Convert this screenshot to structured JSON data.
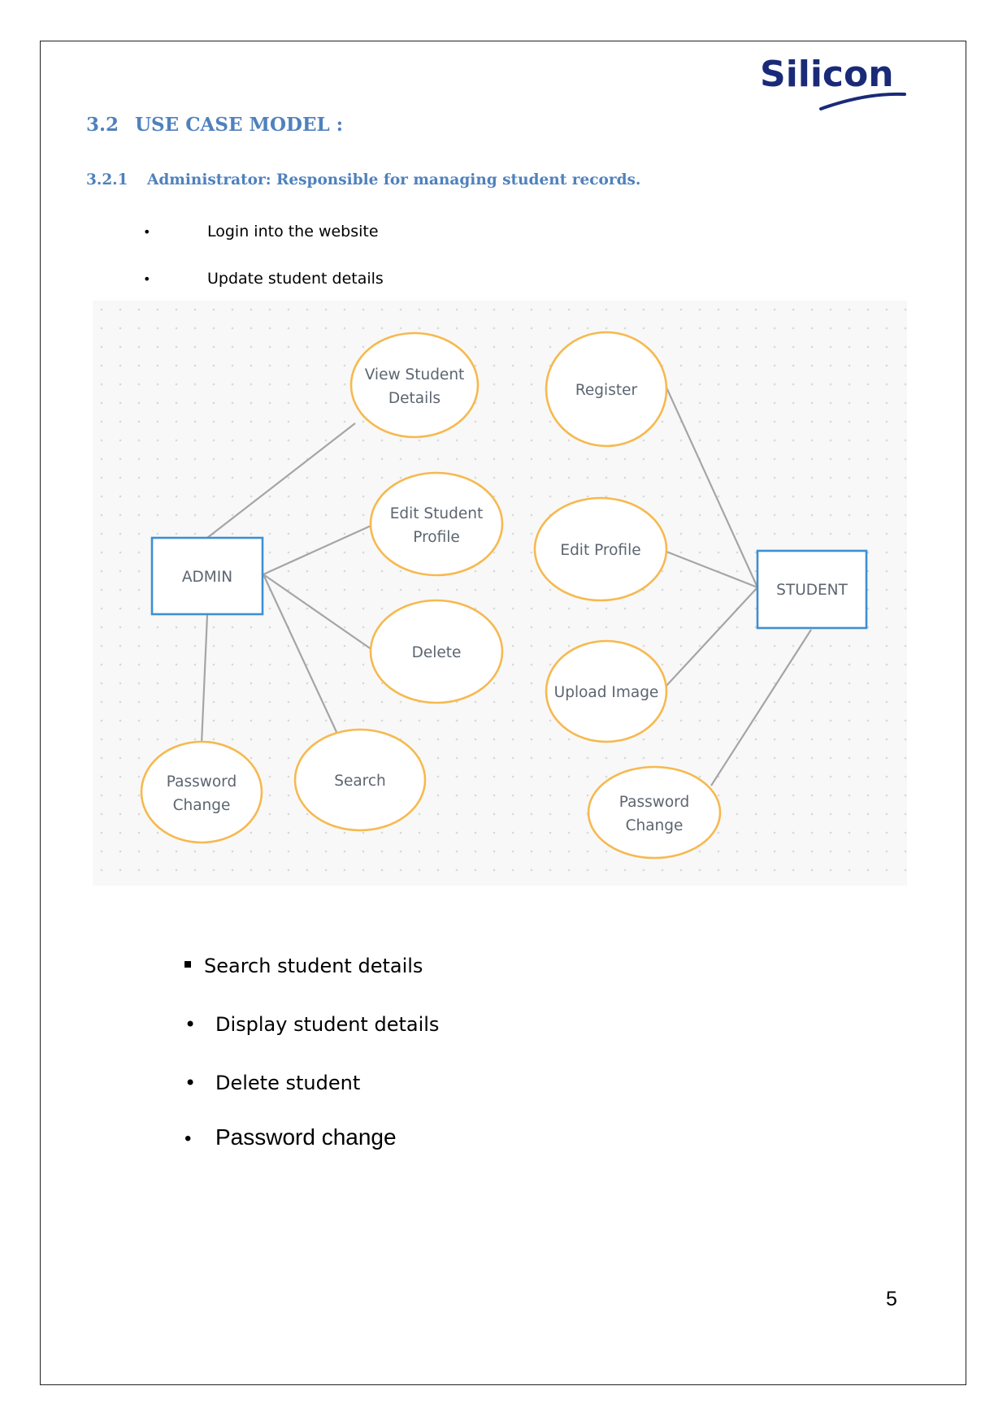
{
  "logo": {
    "text": "Silicon"
  },
  "section": {
    "number": "3.2",
    "title": "USE CASE MODEL :"
  },
  "subsection": {
    "number": "3.2.1",
    "title": "Administrator: Responsible for managing student records."
  },
  "intro_bullets": [
    "Login into the website",
    "Update student details"
  ],
  "diagram": {
    "actors": {
      "admin": "ADMIN",
      "student": "STUDENT"
    },
    "use_cases": {
      "view_student_details": [
        "View Student",
        "Details"
      ],
      "edit_student_profile": [
        "Edit Student",
        "Profile"
      ],
      "delete": "Delete",
      "search": "Search",
      "admin_password_change": [
        "Password",
        "Change"
      ],
      "register": "Register",
      "edit_profile": "Edit Profile",
      "upload_image": "Upload Image",
      "student_password_change": [
        "Password",
        "Change"
      ]
    },
    "colors": {
      "ellipse_stroke": "#f6b94f",
      "actor_stroke": "#3e8fd2",
      "connector": "#a5a5a5",
      "background": "#f8f8f8",
      "grid_dot": "#d8d8d8"
    }
  },
  "bottom_bullets": [
    "Search student details",
    "Display student details",
    "Delete student",
    "Password change"
  ],
  "page_number": "5"
}
